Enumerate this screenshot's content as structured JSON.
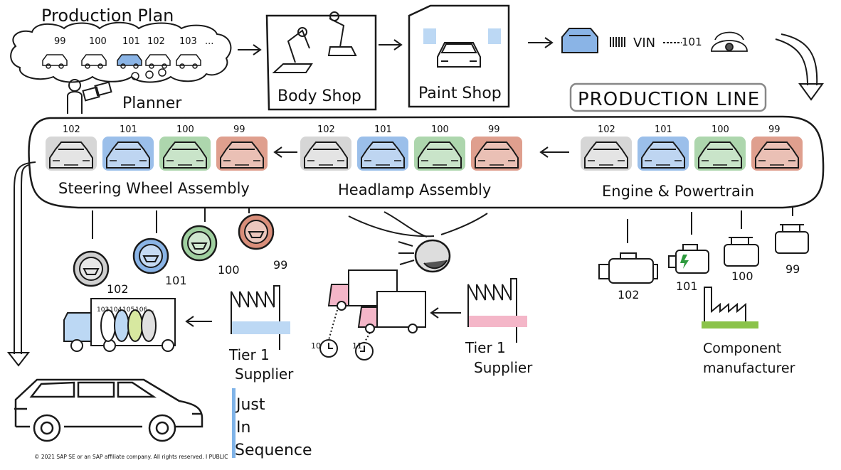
{
  "title": "Production Plan",
  "planner_label": "Planner",
  "plan_numbers": [
    "99",
    "100",
    "101",
    "102",
    "103",
    "..."
  ],
  "body_shop": "Body Shop",
  "paint_shop": "Paint Shop",
  "vin_label": "VIN",
  "vin_number": "101",
  "production_line": "PRODUCTION LINE",
  "groups": [
    {
      "label": "Steering Wheel Assembly",
      "cars": [
        "102",
        "101",
        "100",
        "99"
      ]
    },
    {
      "label": "Headlamp Assembly",
      "cars": [
        "102",
        "101",
        "100",
        "99"
      ]
    },
    {
      "label": "Engine & Powertrain",
      "cars": [
        "102",
        "101",
        "100",
        "99"
      ]
    }
  ],
  "wheels": [
    "102",
    "101",
    "100",
    "99"
  ],
  "engines": [
    "102",
    "101",
    "100",
    "99"
  ],
  "truck_items": [
    "103",
    "104",
    "105",
    "106",
    "..."
  ],
  "clock_labels": [
    "10",
    "11"
  ],
  "tier1_left_a": "Tier 1",
  "tier1_left_b": "Supplier",
  "tier1_mid_a": "Tier 1",
  "tier1_mid_b": "Supplier",
  "component_a": "Component",
  "component_b": "manufacturer",
  "jis": [
    "Just",
    "In",
    "Sequence"
  ],
  "copyright": "© 2021 SAP SE or an SAP affiliate company. All rights reserved.  I  PUBLIC",
  "colors": {
    "99": "#d98e7a",
    "100": "#9fcf9f",
    "101": "#8ab4e6",
    "102": "#cfcfcf",
    "blue_bar": "#bcd8f4",
    "pink_bar": "#f4b6c8",
    "green_bar": "#8bc34a",
    "jis_bar": "#7fb3e8",
    "ink": "#1a1a1a"
  }
}
